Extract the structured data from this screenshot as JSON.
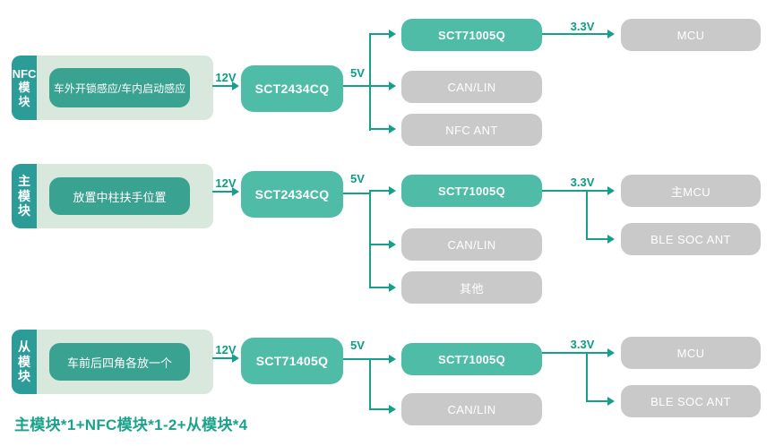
{
  "caption": "主模块*1+NFC模块*1-2+从模块*4",
  "colors": {
    "tab": "#2B9C98",
    "container": "#D8E8DC",
    "inner": "#3AA290",
    "chip": "#4FBCA7",
    "gray": "#C9C9C9",
    "line": "#14A08B",
    "voltage": "#0D9C85",
    "caption": "#1AA38C"
  },
  "rows": [
    {
      "module": {
        "tab": "NFC\n模\n块",
        "description": "车外开锁感应/车内启动感应"
      },
      "input_voltage": "12V",
      "regulator": "SCT2434CQ",
      "rail1_voltage": "5V",
      "rail1_targets": [
        "SCT71005Q",
        "CAN/LIN",
        "NFC ANT"
      ],
      "rail2_voltage": "3.3V",
      "rail2_targets": [
        "MCU"
      ]
    },
    {
      "module": {
        "tab": "主\n模\n块",
        "description": "放置中柱扶手位置"
      },
      "input_voltage": "12V",
      "regulator": "SCT2434CQ",
      "rail1_voltage": "5V",
      "rail1_targets": [
        "SCT71005Q",
        "CAN/LIN",
        "其他"
      ],
      "rail2_voltage": "3.3V",
      "rail2_targets": [
        "主MCU",
        "BLE SOC ANT"
      ]
    },
    {
      "module": {
        "tab": "从\n模\n块",
        "description": "车前后四角各放一个"
      },
      "input_voltage": "12V",
      "regulator": "SCT71405Q",
      "rail1_voltage": "5V",
      "rail1_targets": [
        "SCT71005Q",
        "CAN/LIN"
      ],
      "rail2_voltage": "3.3V",
      "rail2_targets": [
        "MCU",
        "BLE SOC ANT"
      ]
    }
  ]
}
